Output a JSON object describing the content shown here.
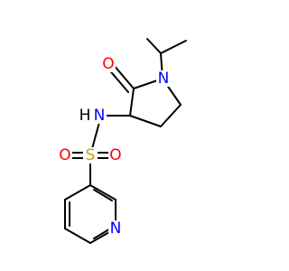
{
  "molecule": {
    "colors": {
      "bond": "#000000",
      "carbon": "#000000",
      "oxygen": "#ff0000",
      "nitrogen": "#0000ff",
      "sulfur": "#c8a400",
      "hydrogen": "#000000"
    },
    "labels": {
      "carbonyl_o": "O",
      "ring_n": "N",
      "amide_n": "N",
      "amide_h": "H",
      "sulfur": "S",
      "sulfonyl_o_left": "O",
      "sulfonyl_o_right": "O",
      "pyridine_n": "N"
    }
  }
}
